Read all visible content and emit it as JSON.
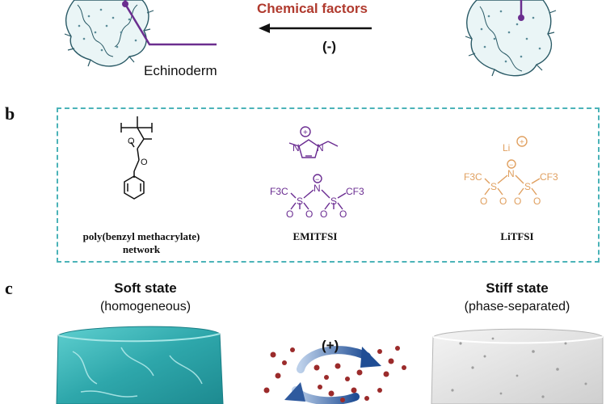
{
  "panel_a": {
    "chemical_factors": "Chemical factors",
    "sign": "(-)",
    "echinoderm": "Echinoderm",
    "colors": {
      "chemical_factors": "#b03a2e",
      "line": "#6b2e8f"
    }
  },
  "panel_b": {
    "letter": "b",
    "pbma": {
      "line1": "poly(benzyl methacrylate)",
      "line2": "network"
    },
    "emitfsi": {
      "name": "EMITFSI",
      "n_cation": "N",
      "plus": "+",
      "n2": "N",
      "f3c": "F3C",
      "s1": "S",
      "n_anion": "N",
      "minus": "−",
      "s2": "S",
      "cf3": "CF3",
      "o": "O"
    },
    "litfsi": {
      "name": "LiTFSI",
      "li": "Li",
      "plus": "+",
      "f3c": "F3C",
      "s1": "S",
      "n_anion": "N",
      "minus": "−",
      "s2": "S",
      "cf3": "CF3",
      "o": "O"
    },
    "colors": {
      "emitfsi": "#6a2c91",
      "litfsi": "#e0a060",
      "border": "#4bb3b8"
    }
  },
  "panel_c": {
    "letter": "c",
    "soft_title": "Soft state",
    "soft_sub": "(homogeneous)",
    "stiff_title": "Stiff state",
    "stiff_sub": "(phase-separated)",
    "sign": "(+)",
    "colors": {
      "soft": "#3fb6b8",
      "stiff": "#e6e6e6",
      "arrow": "#2f5a9e",
      "particles": "#9b2b2b"
    }
  }
}
